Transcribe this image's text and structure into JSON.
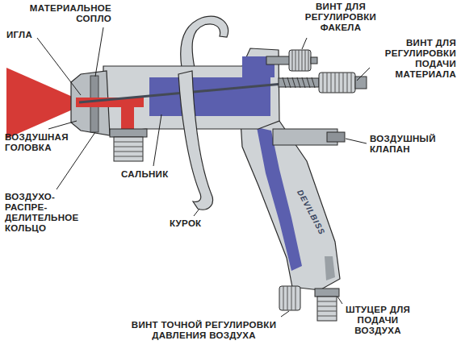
{
  "diagram": {
    "labels": [
      "МАТЕРИАЛЬНОЕ СОПЛО",
      "ИГЛА",
      "ВИНТ ДЛЯ РЕГУЛИРОВКИ ФАКЕЛА",
      "ВИНТ ДЛЯ РЕГУЛИРОВКИ ПОДАЧИ МАТЕРИАЛА",
      "ВОЗДУШНАЯ ГОЛОВКА",
      "ВОЗДУШНЫЙ КЛАПАН",
      "САЛЬНИК",
      "ВОЗДУХО- РАСПРЕ- ДЕЛИТЕЛЬНОЕ КОЛЬЦО",
      "КУРОК",
      "ВИНТ ТОЧНОЙ РЕГУЛИРОВКИ ДАВЛЕНИЯ ВОЗДУХА",
      "ШТУЦЕР ДЛЯ ПОДАЧИ ВОЗДУХА",
      "DEVILBISS"
    ]
  }
}
